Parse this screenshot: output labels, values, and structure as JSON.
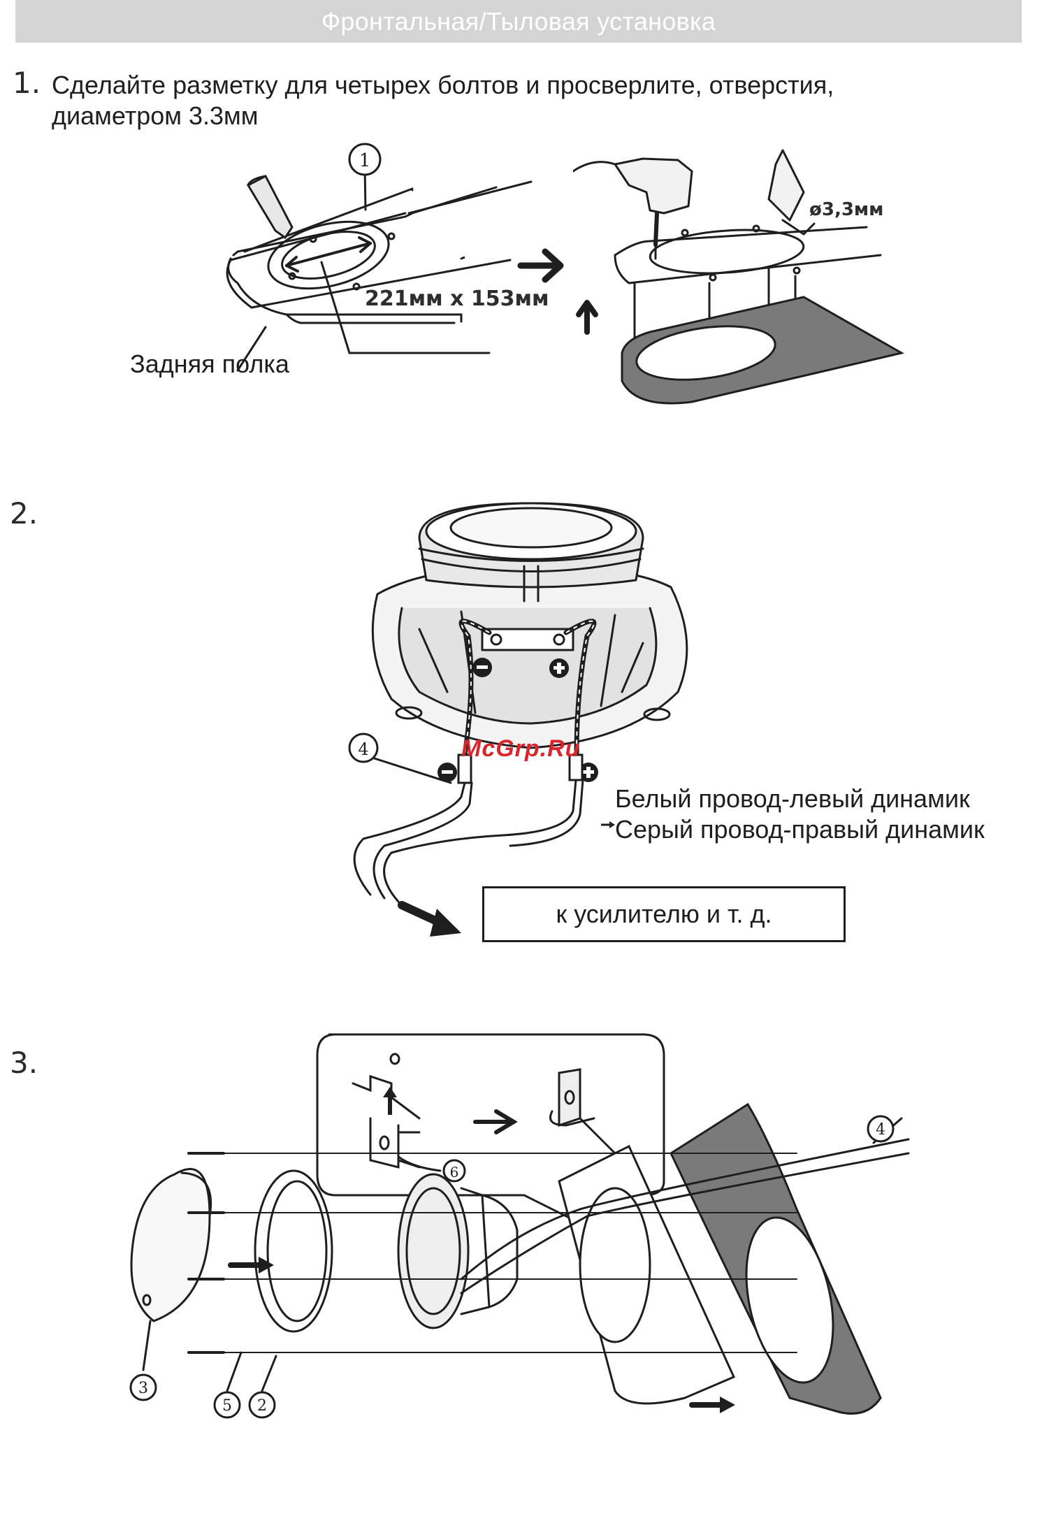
{
  "header": {
    "title": "Фронтальная/Тыловая установка"
  },
  "steps": [
    {
      "number": "1.",
      "text_line1": "Сделайте разметку для четырех болтов и просверлите, отверстия,",
      "text_line2": "диаметром 3.3мм"
    },
    {
      "number": "2."
    },
    {
      "number": "3."
    }
  ],
  "step1": {
    "label_shelf": "Задняя полка",
    "dimension": "221мм x 153мм",
    "hole_diameter": "ø3,3мм",
    "callout_1": "1"
  },
  "step2": {
    "callout_4": "4",
    "terminal_minus": "−",
    "terminal_plus": "+",
    "watermark": "McGrp.Ru",
    "wire_white": "Белый провод-левый динамик",
    "wire_grey": "Серый провод-правый динамик",
    "amp_label": "к усилителю и т. д."
  },
  "step3": {
    "callouts": [
      "3",
      "5",
      "2",
      "4",
      "6"
    ]
  }
}
